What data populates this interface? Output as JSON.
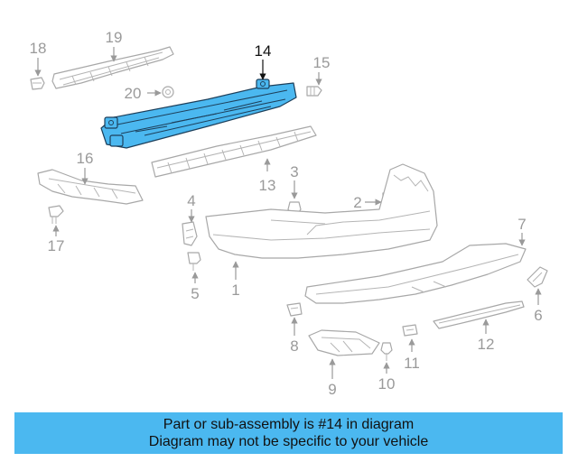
{
  "callouts": {
    "c1": "1",
    "c2": "2",
    "c3": "3",
    "c4": "4",
    "c5": "5",
    "c6": "6",
    "c7": "7",
    "c8": "8",
    "c9": "9",
    "c10": "10",
    "c11": "11",
    "c12": "12",
    "c13": "13",
    "c14": "14",
    "c15": "15",
    "c16": "16",
    "c17": "17",
    "c18": "18",
    "c19": "19",
    "c20": "20"
  },
  "highlight_color": "#4bb8f0",
  "caption": {
    "line1": "Part or sub-assembly is #14 in diagram",
    "line2": "Diagram may not be specific to your vehicle"
  }
}
